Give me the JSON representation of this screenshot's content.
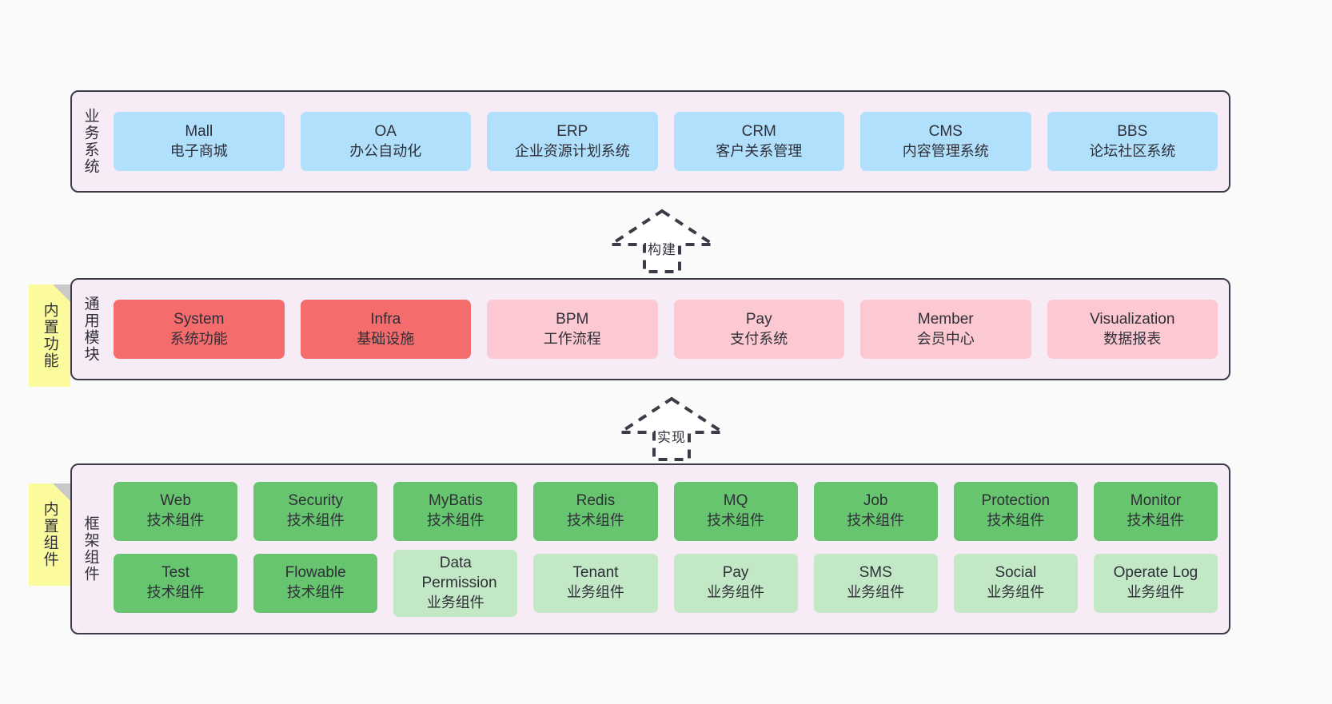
{
  "diagram": {
    "background_color": "#fafafa",
    "layer_fill": "#f7ecf6",
    "layer_border": "#3c3c48",
    "colors": {
      "business_system": "#b1e0fc",
      "core_module": "#f56c6c",
      "module": "#fcc9d2",
      "tech_component": "#67c56f",
      "biz_component": "#c3e8c6",
      "note": "#fbfa9c"
    }
  },
  "layers": [
    {
      "id": "business-system",
      "title": "业务系统",
      "rows": [
        [
          {
            "title": "Mall",
            "sub": "电子商城",
            "style": "blue"
          },
          {
            "title": "OA",
            "sub": "办公自动化",
            "style": "blue"
          },
          {
            "title": "ERP",
            "sub": "企业资源计划系统",
            "style": "blue"
          },
          {
            "title": "CRM",
            "sub": "客户关系管理",
            "style": "blue"
          },
          {
            "title": "CMS",
            "sub": "内容管理系统",
            "style": "blue"
          },
          {
            "title": "BBS",
            "sub": "论坛社区系统",
            "style": "blue"
          }
        ]
      ]
    },
    {
      "id": "common-module",
      "title": "通用模块",
      "note": "内置功能",
      "rows": [
        [
          {
            "title": "System",
            "sub": "系统功能",
            "style": "red"
          },
          {
            "title": "Infra",
            "sub": "基础设施",
            "style": "red"
          },
          {
            "title": "BPM",
            "sub": "工作流程",
            "style": "pink"
          },
          {
            "title": "Pay",
            "sub": "支付系统",
            "style": "pink"
          },
          {
            "title": "Member",
            "sub": "会员中心",
            "style": "pink"
          },
          {
            "title": "Visualization",
            "sub": "数据报表",
            "style": "pink"
          }
        ]
      ]
    },
    {
      "id": "framework-component",
      "title": "框架组件",
      "note": "内置组件",
      "rows": [
        [
          {
            "title": "Web",
            "sub": "技术组件",
            "style": "green"
          },
          {
            "title": "Security",
            "sub": "技术组件",
            "style": "green"
          },
          {
            "title": "MyBatis",
            "sub": "技术组件",
            "style": "green"
          },
          {
            "title": "Redis",
            "sub": "技术组件",
            "style": "green"
          },
          {
            "title": "MQ",
            "sub": "技术组件",
            "style": "green"
          },
          {
            "title": "Job",
            "sub": "技术组件",
            "style": "green"
          },
          {
            "title": "Protection",
            "sub": "技术组件",
            "style": "green"
          },
          {
            "title": "Monitor",
            "sub": "技术组件",
            "style": "green"
          }
        ],
        [
          {
            "title": "Test",
            "sub": "技术组件",
            "style": "green"
          },
          {
            "title": "Flowable",
            "sub": "技术组件",
            "style": "green"
          },
          {
            "title": "Data Permission",
            "sub": "业务组件",
            "style": "lightgreen"
          },
          {
            "title": "Tenant",
            "sub": "业务组件",
            "style": "lightgreen"
          },
          {
            "title": "Pay",
            "sub": "业务组件",
            "style": "lightgreen"
          },
          {
            "title": "SMS",
            "sub": "业务组件",
            "style": "lightgreen"
          },
          {
            "title": "Social",
            "sub": "业务组件",
            "style": "lightgreen"
          },
          {
            "title": "Operate Log",
            "sub": "业务组件",
            "style": "lightgreen"
          }
        ]
      ]
    }
  ],
  "connectors": [
    {
      "id": "build",
      "label": "构建"
    },
    {
      "id": "implement",
      "label": "实现"
    }
  ]
}
